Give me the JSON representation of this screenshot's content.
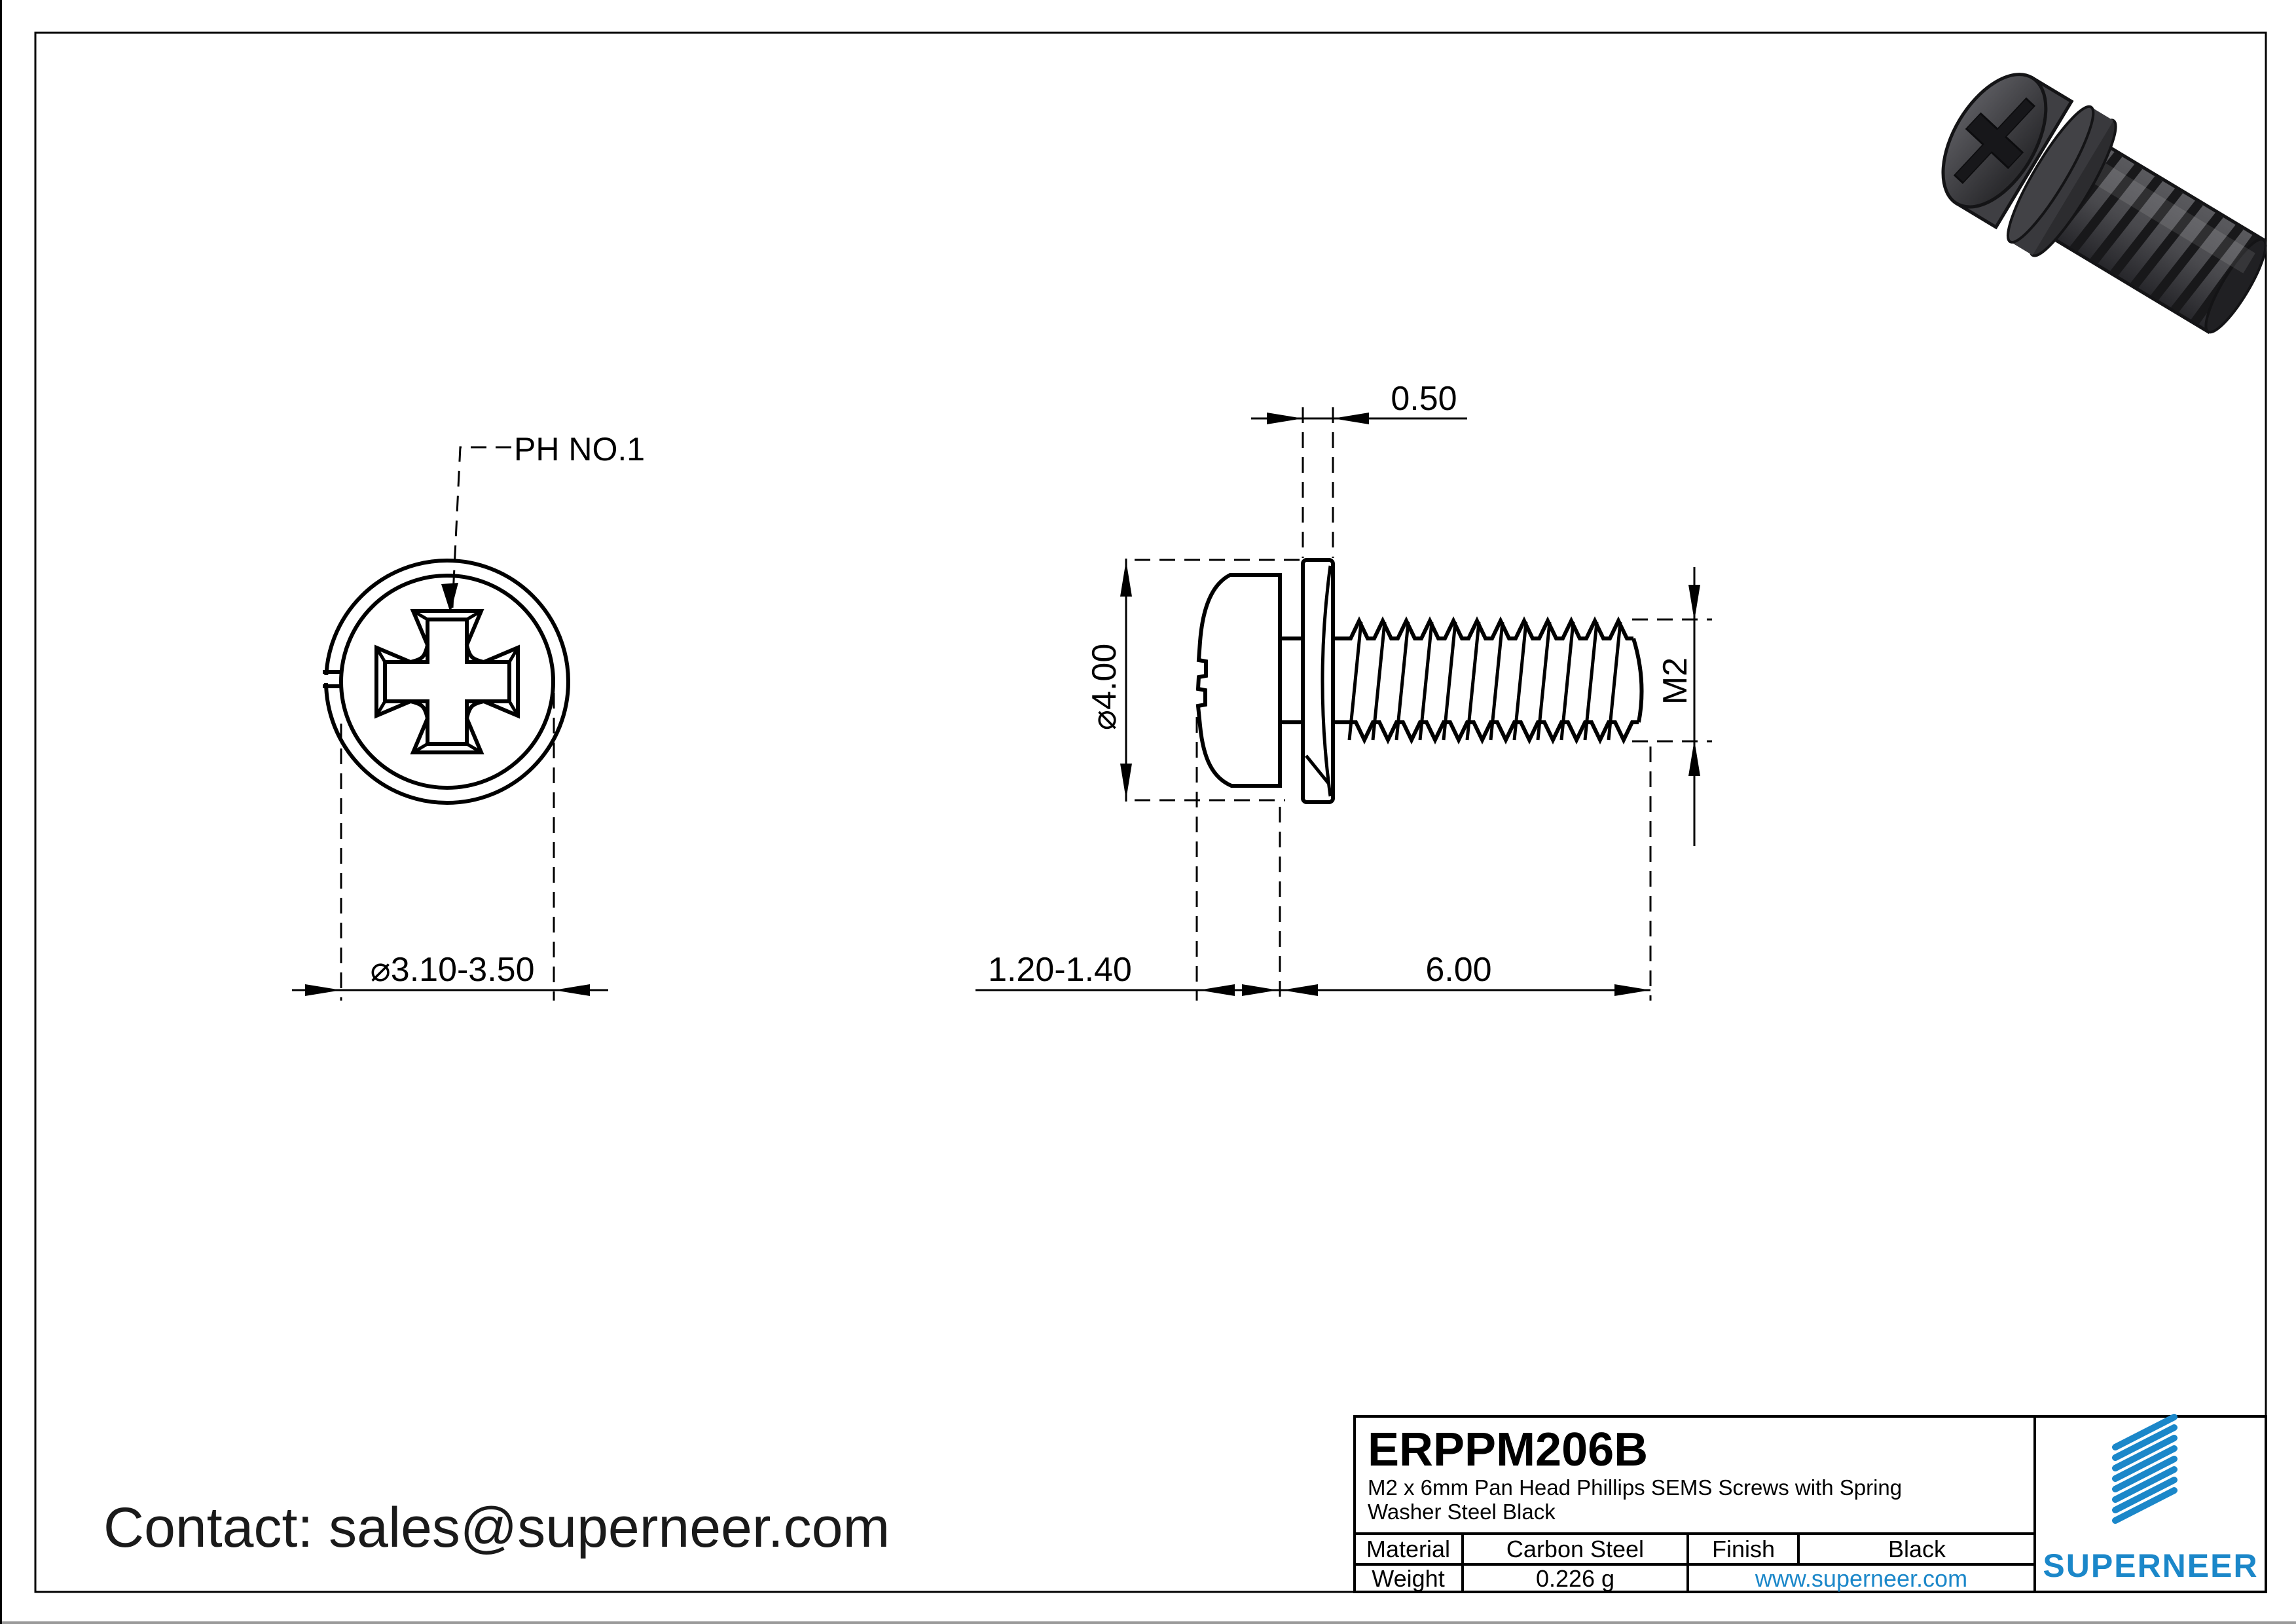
{
  "sheet": {
    "contact": "Contact: sales@superneer.com"
  },
  "drawing": {
    "front_view": {
      "callout": "PH NO.1",
      "head_diameter": "⌀3.10-3.50"
    },
    "side_view": {
      "washer_thickness": "0.50",
      "washer_diameter": "⌀4.00",
      "thread_size": "M2",
      "head_height": "1.20-1.40",
      "thread_length": "6.00"
    }
  },
  "title_block": {
    "part_number": "ERPPM206B",
    "description_line1": "M2 x 6mm Pan Head Phillips SEMS Screws with Spring",
    "description_line2": "Washer Steel Black",
    "material_label": "Material",
    "material_value": "Carbon Steel",
    "finish_label": "Finish",
    "finish_value": "Black",
    "weight_label": "Weight",
    "weight_value": "0.226 g",
    "website": "www.superneer.com",
    "brand_name": "SUPERNEER",
    "brand_color": "#1b87c9"
  }
}
